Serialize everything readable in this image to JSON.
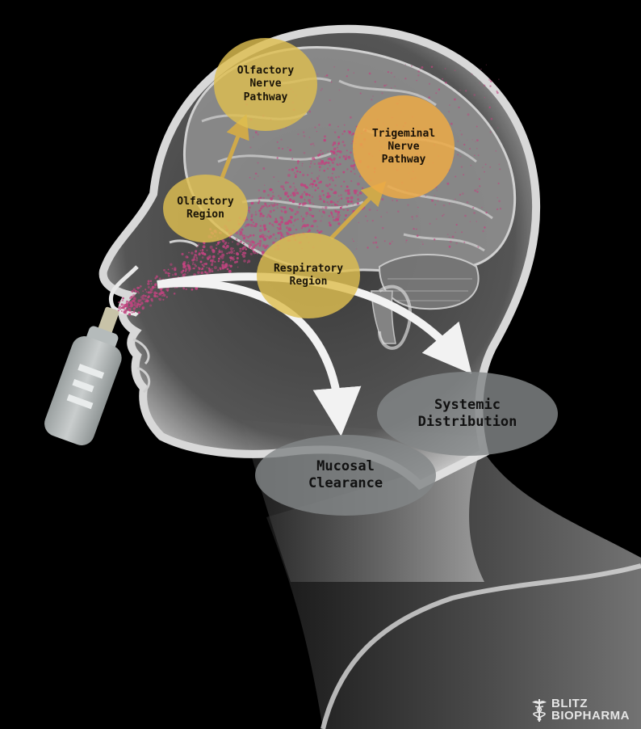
{
  "nodes": {
    "olfactory_nerve_pathway": "Olfactory\nNerve\nPathway",
    "trigeminal_nerve_pathway": "Trigeminal\nNerve\nPathway",
    "olfactory_region": "Olfactory\nRegion",
    "respiratory_region": "Respiratory\nRegion",
    "systemic_distribution": "Systemic\nDistribution",
    "mucosal_clearance": "Mucosal\nClearance"
  },
  "logo": {
    "line1": "BLITZ",
    "line2": "BIOPHARMA"
  },
  "colors": {
    "background": "#000000",
    "head": "#d9d9d9",
    "spray_particles": "#c0447f",
    "olfactory": "#debe50",
    "trigeminal": "#ecaa46",
    "outcome": "#828688",
    "arrow_white": "#f2f2f2"
  },
  "icons": [
    "nasal-spray-icon",
    "caduceus-icon"
  ]
}
